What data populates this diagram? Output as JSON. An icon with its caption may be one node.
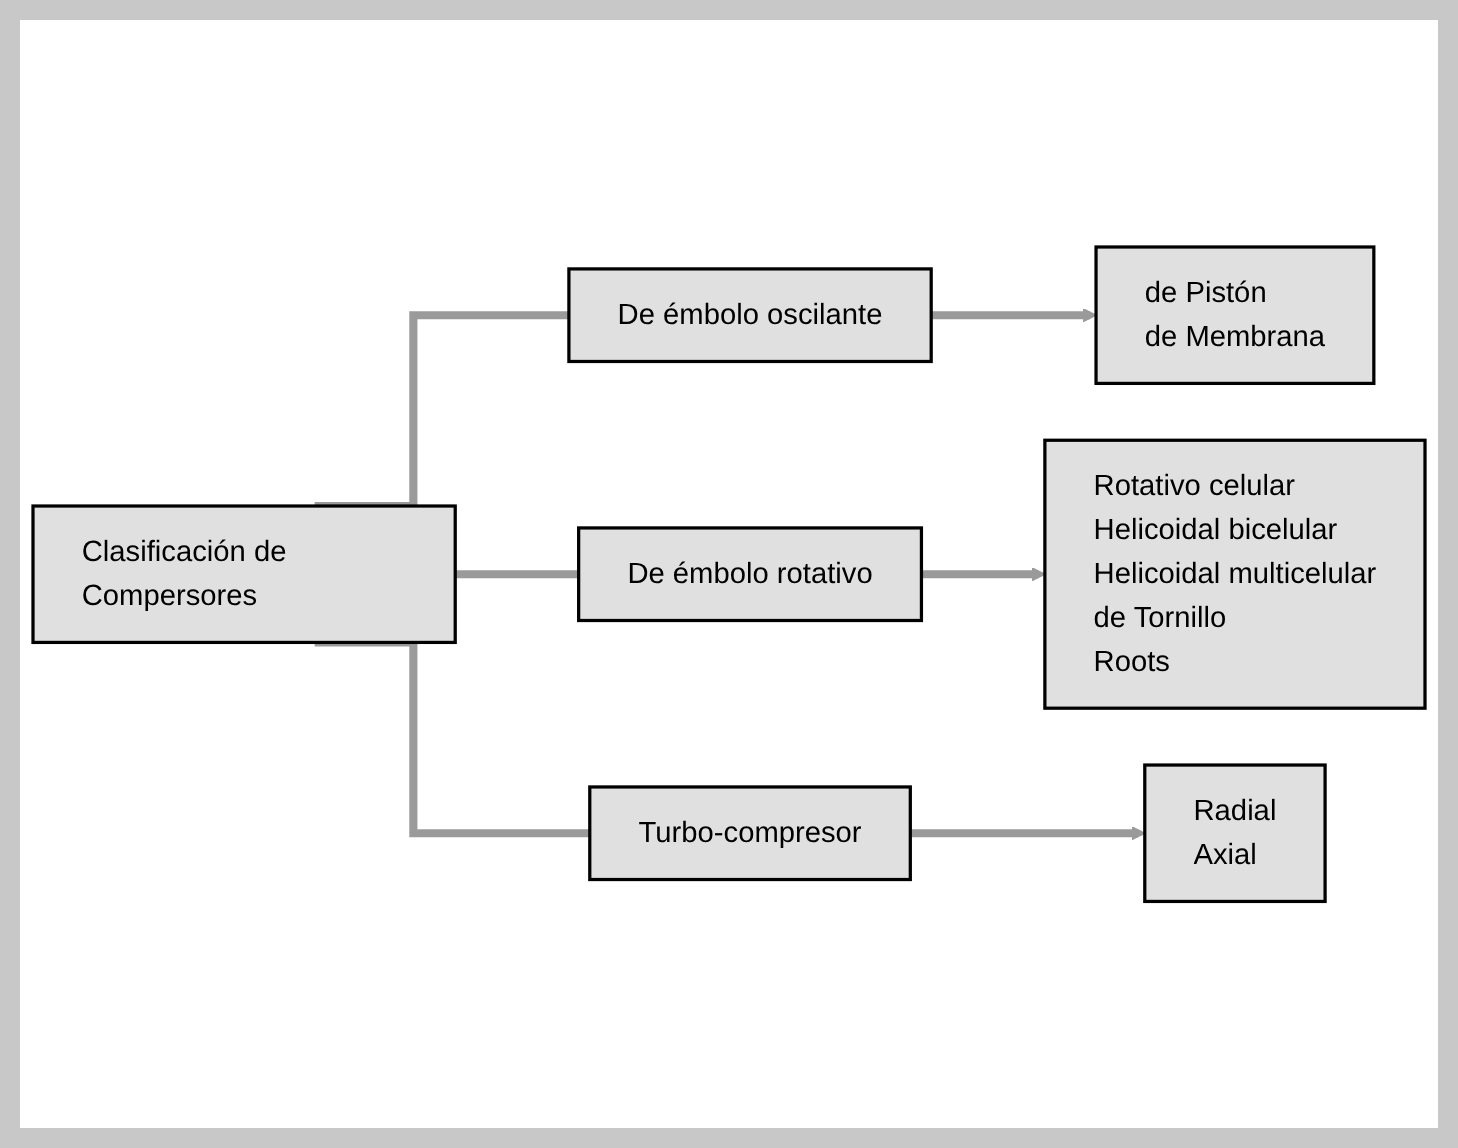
{
  "diagram": {
    "nodes": [
      {
        "text": [
          "Clasificación de Compersores"
        ]
      },
      {
        "text": [
          "De émbolo oscilante"
        ]
      },
      {
        "text": [
          "de Pistón",
          "de Membrana"
        ]
      },
      {
        "text": [
          "De émbolo rotativo"
        ]
      },
      {
        "text": [
          "Rotativo celular",
          "Helicoidal bicelular",
          "Helicoidal multicelular",
          "de Tornillo",
          "Roots"
        ]
      },
      {
        "text": [
          "Turbo-compresor"
        ]
      },
      {
        "text": [
          "Radial",
          "Axial"
        ]
      }
    ],
    "edges": [
      {
        "from": 0,
        "to": 1,
        "arrow": "none"
      },
      {
        "from": 0,
        "to": 3,
        "arrow": "none"
      },
      {
        "from": 0,
        "to": 5,
        "arrow": "none"
      },
      {
        "from": 1,
        "to": 2,
        "arrow": "to"
      },
      {
        "from": 3,
        "to": 4,
        "arrow": "to"
      },
      {
        "from": 5,
        "to": 6,
        "arrow": "to"
      }
    ]
  }
}
